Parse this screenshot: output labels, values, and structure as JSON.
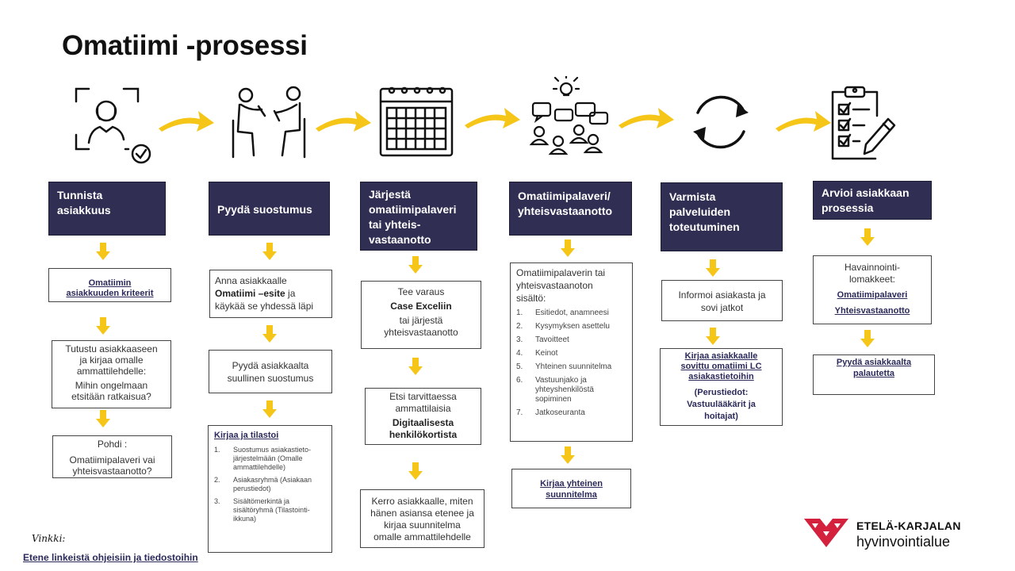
{
  "title": "Omatiimi -prosessi",
  "colors": {
    "header_bg": "#302e52",
    "arrow": "#f5c518",
    "link": "#2b2a5a",
    "logo_red": "#d4213d"
  },
  "icons": [
    "face-scan-icon",
    "two-people-talking-icon",
    "calendar-icon",
    "group-discussion-icon",
    "cycle-icon",
    "clipboard-checklist-icon"
  ],
  "columns": [
    {
      "header": [
        "Tunnista",
        "asiakkuus"
      ],
      "boxes": {
        "b1_link": [
          "Omatiimin",
          "asiakkuuden kriteerit"
        ],
        "b2_lines": [
          "Tutustu asiakkaaseen",
          "ja kirjaa omalle",
          "ammattilehdelle:"
        ],
        "b2_lines2": [
          "Mihin ongelmaan",
          "etsitään ratkaisua?"
        ],
        "b3_lines": [
          "Pohdi :"
        ],
        "b3_lines2": [
          "Omatiimipalaveri vai",
          "yhteisvastaanotto?"
        ]
      }
    },
    {
      "header": [
        "Pyydä suostumus"
      ],
      "boxes": {
        "b1_pre": "Anna asiakkaalle",
        "b1_bold": "Omatiimi –esite",
        "b1_post": " ja",
        "b1_tail": "käykää se yhdessä läpi",
        "b2_lines": [
          "Pyydä asiakkaalta",
          "suullinen suostumus"
        ],
        "b3_title": "Kirjaa ja tilastoi",
        "b3_items": [
          {
            "num": "1.",
            "text": " Suostumus asiakastieto-järjestelmään (Omalle ammattilehdelle)"
          },
          {
            "num": "2.",
            "text": "Asiakasryhmä (Asiakaan perustiedot)"
          },
          {
            "num": "3.",
            "text": " Sisältömerkintä ja sisältöryhmä (Tilastointi-ikkuna)"
          }
        ]
      }
    },
    {
      "header": [
        "Järjestä",
        "omatiimipalaveri",
        "tai yhteis-",
        "vastaanotto"
      ],
      "boxes": {
        "b1_pre": "Tee varaus",
        "b1_bold": "Case Exceliin",
        "b1_post": [
          "tai järjestä",
          "yhteisvastaanotto"
        ],
        "b2_pre": [
          "Etsi tarvittaessa",
          "ammattilaisia"
        ],
        "b2_bold": [
          "Digitaalisesta",
          "henkilökortista"
        ],
        "b3_lines": [
          "Kerro asiakkaalle, miten",
          "hänen asiansa etenee ja",
          "kirjaa suunnitelma",
          "omalle ammattilehdelle"
        ]
      }
    },
    {
      "header": [
        "Omatiimipalaveri/",
        "yhteisvastaanotto"
      ],
      "boxes": {
        "b1_intro": [
          "Omatiimipalaverin tai",
          "yhteisvastaanoton",
          "sisältö:"
        ],
        "b1_items": [
          {
            "num": "1.",
            "text": "Esitiedot, anamneesi"
          },
          {
            "num": "2.",
            "text": "Kysymyksen asettelu"
          },
          {
            "num": "3.",
            "text": "Tavoitteet"
          },
          {
            "num": "4.",
            "text": "Keinot"
          },
          {
            "num": "5.",
            "text": "Yhteinen suunnitelma"
          },
          {
            "num": "6.",
            "text": "Vastuunjako ja yhteyshenkilöstä sopiminen"
          },
          {
            "num": "7.",
            "text": "Jatkoseuranta"
          }
        ],
        "b2_link": [
          "Kirjaa yhteinen",
          "suunnitelma"
        ]
      }
    },
    {
      "header": [
        "Varmista",
        "palveluiden",
        "toteutuminen"
      ],
      "boxes": {
        "b1_lines": [
          "Informoi asiakasta ja",
          "sovi jatkot"
        ],
        "b2_link": [
          "Kirjaa asiakkaalle",
          "sovittu omatiimi LC",
          "asiakastietoihin"
        ],
        "b2_bold": [
          "(Perustiedot:",
          "Vastuulääkärit ja",
          "hoitajat)"
        ]
      }
    },
    {
      "header": [
        "Arvioi asiakkaan",
        "prosessia"
      ],
      "boxes": {
        "b1_lines": [
          "Havainnointi-",
          "lomakkeet:"
        ],
        "b1_link1": "Omatiimipalaveri",
        "b1_link2": "Yhteisvastaanotto",
        "b2_link": [
          "Pyydä asiakkaalta",
          "palautetta"
        ]
      }
    }
  ],
  "vinkki": {
    "label": "Vinkki:",
    "link": "Etene linkeistä ohjeisiin ja tiedostoihin"
  },
  "logo": {
    "line1": "ETELÄ-KARJALAN",
    "line2": "hyvinvointialue"
  }
}
